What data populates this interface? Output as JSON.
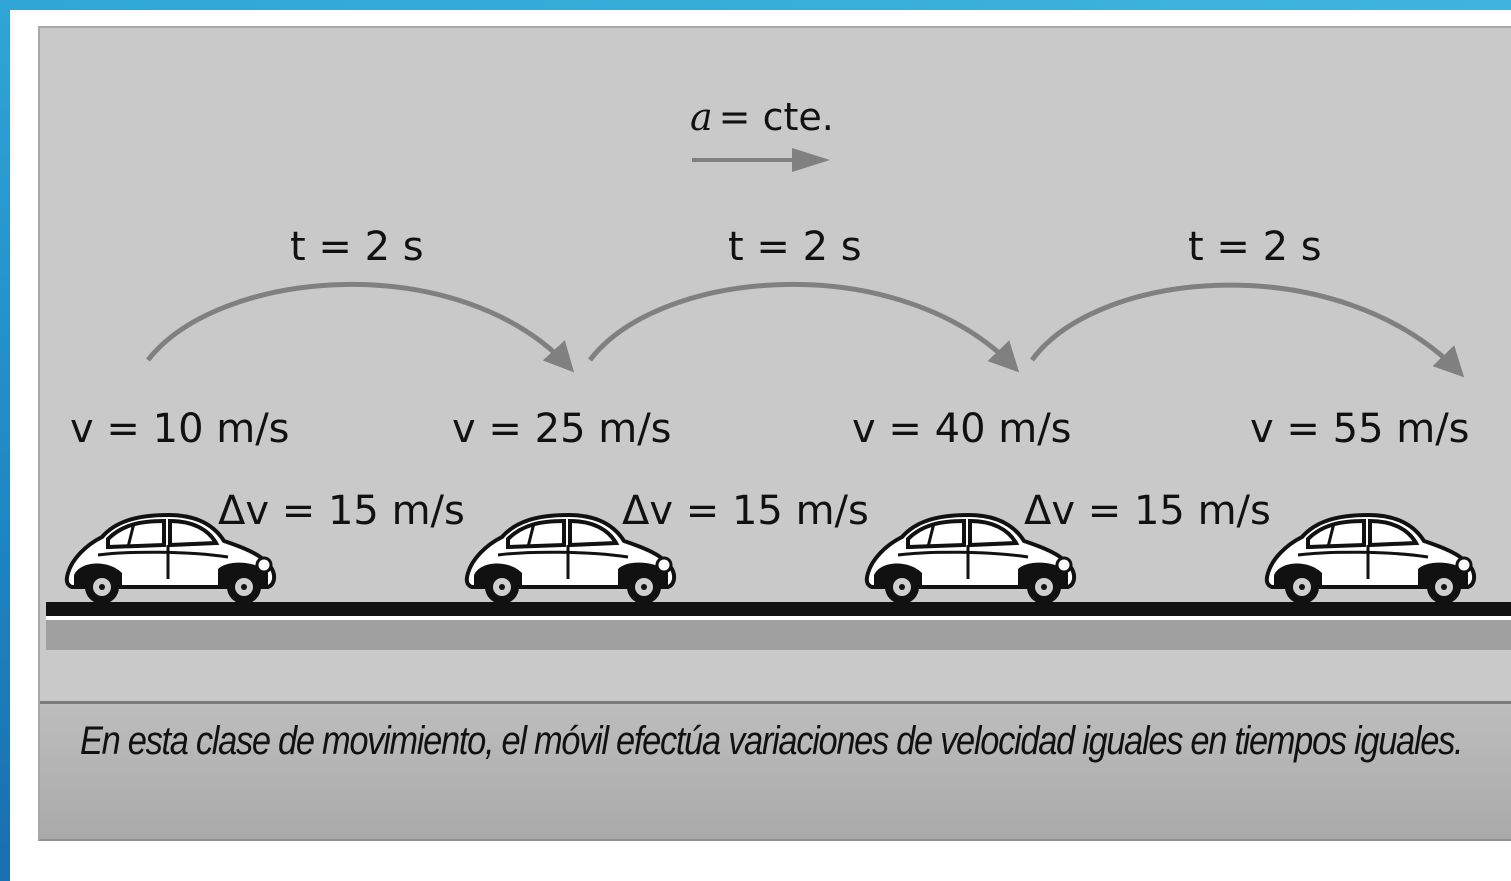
{
  "acceleration": {
    "symbol": "a",
    "text": "= cte."
  },
  "intervals": [
    "t = 2 s",
    "t = 2 s",
    "t = 2 s"
  ],
  "velocities": [
    "v = 10 m/s",
    "v = 25 m/s",
    "v = 40 m/s",
    "v = 55 m/s"
  ],
  "deltas": [
    "Δv = 15 m/s",
    "Δv = 15 m/s",
    "Δv = 15 m/s"
  ],
  "caption": "En esta clase de movimiento, el móvil efectúa variaciones de velocidad iguales en tiempos iguales.",
  "colors": {
    "panel": "#c9c9c9",
    "arrow": "#808080",
    "road": "#111111",
    "road_lower": "#a0a0a0",
    "frame": "#2fa6d6"
  }
}
